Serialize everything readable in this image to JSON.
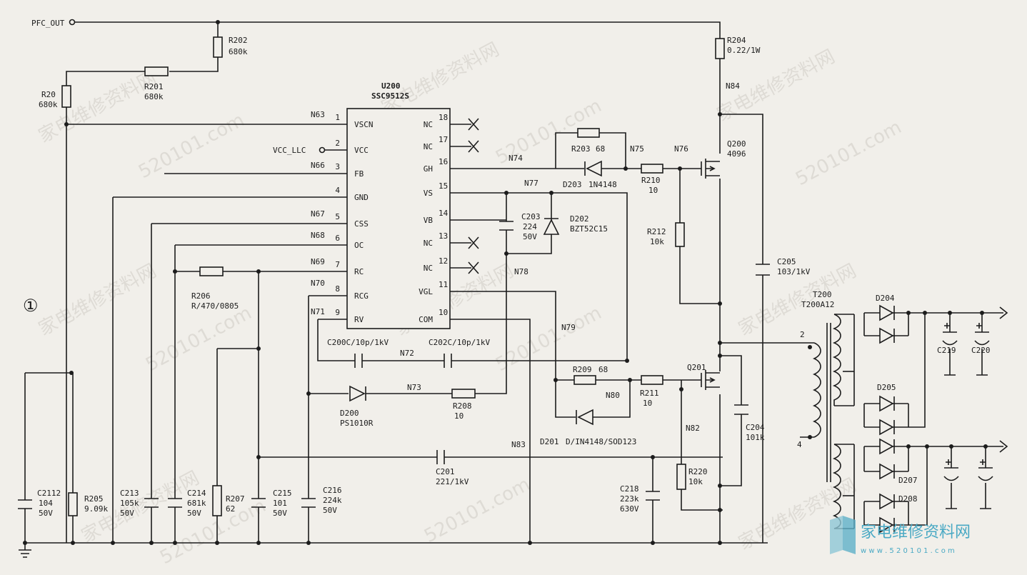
{
  "net_labels": {
    "pfc_out": "PFC_OUT",
    "vcc_llc": "VCC_LLC",
    "n63": "N63",
    "n66": "N66",
    "n67": "N67",
    "n68": "N68",
    "n69": "N69",
    "n70": "N70",
    "n71": "N71",
    "n72": "N72",
    "n73": "N73",
    "n74": "N74",
    "n75": "N75",
    "n76": "N76",
    "n77": "N77",
    "n78": "N78",
    "n79": "N79",
    "n80": "N80",
    "n82": "N82",
    "n83": "N83",
    "n84": "N84"
  },
  "ic": {
    "ref": "U200",
    "part": "SSC9512S",
    "left_pins": [
      {
        "num": "1",
        "name": "VSCN"
      },
      {
        "num": "2",
        "name": "VCC"
      },
      {
        "num": "3",
        "name": "FB"
      },
      {
        "num": "4",
        "name": "GND"
      },
      {
        "num": "5",
        "name": "CSS"
      },
      {
        "num": "6",
        "name": "OC"
      },
      {
        "num": "7",
        "name": "RC"
      },
      {
        "num": "8",
        "name": "RCG"
      },
      {
        "num": "9",
        "name": "RV"
      }
    ],
    "right_pins": [
      {
        "num": "18",
        "name": "NC"
      },
      {
        "num": "17",
        "name": "NC"
      },
      {
        "num": "16",
        "name": "GH"
      },
      {
        "num": "15",
        "name": "VS"
      },
      {
        "num": "14",
        "name": "VB"
      },
      {
        "num": "13",
        "name": "NC"
      },
      {
        "num": "12",
        "name": "NC"
      },
      {
        "num": "11",
        "name": "VGL"
      },
      {
        "num": "10",
        "name": "COM"
      }
    ]
  },
  "components": {
    "r202": {
      "ref": "R202",
      "value": "680k"
    },
    "r201": {
      "ref": "R201",
      "value": "680k"
    },
    "r20": {
      "ref": "R20",
      "value": "680k"
    },
    "r204": {
      "ref": "R204",
      "value": "0.22/1W"
    },
    "r203": {
      "ref": "R203",
      "value": "68"
    },
    "r210": {
      "ref": "R210",
      "value": "10"
    },
    "r212": {
      "ref": "R212",
      "value": "10k"
    },
    "r206": {
      "ref": "R206",
      "value": "R/470/0805"
    },
    "r209": {
      "ref": "R209",
      "value": "68"
    },
    "r211": {
      "ref": "R211",
      "value": "10"
    },
    "r208": {
      "ref": "R208",
      "value": "10"
    },
    "r220": {
      "ref": "R220",
      "value": "10k"
    },
    "r205": {
      "ref": "R205",
      "value": "9.09k"
    },
    "r207": {
      "ref": "R207",
      "value": "62"
    },
    "c203": {
      "ref": "C203",
      "value1": "224",
      "value2": "50V"
    },
    "c200": {
      "label": "C200C/10p/1kV"
    },
    "c202": {
      "label": "C202C/10p/1kV"
    },
    "c205": {
      "ref": "C205",
      "value": "103/1kV"
    },
    "c204": {
      "ref": "C204",
      "value": "101k"
    },
    "c201": {
      "ref": "C201",
      "value": "221/1kV"
    },
    "c218": {
      "ref": "C218",
      "value1": "223k",
      "value2": "630V"
    },
    "c2112": {
      "ref": "C2112",
      "value1": "104",
      "value2": "50V"
    },
    "c213": {
      "ref": "C213",
      "value1": "105k",
      "value2": "50V"
    },
    "c214": {
      "ref": "C214",
      "value1": "681k",
      "value2": "50V"
    },
    "c215": {
      "ref": "C215",
      "value1": "101",
      "value2": "50V"
    },
    "c216": {
      "ref": "C216",
      "value1": "224k",
      "value2": "50V"
    },
    "c219": {
      "ref": "C219"
    },
    "c220": {
      "ref": "C220"
    },
    "d203": {
      "ref": "D203",
      "value": "1N4148"
    },
    "d202": {
      "ref": "D202",
      "value": "BZT52C15"
    },
    "d200": {
      "ref": "D200",
      "value": "PS1010R"
    },
    "d201": {
      "ref": "D201",
      "value": "D/IN4148/SOD123"
    },
    "d204": {
      "ref": "D204"
    },
    "d205": {
      "ref": "D205"
    },
    "d207": {
      "ref": "D207"
    },
    "d208": {
      "ref": "D208"
    },
    "q200": {
      "ref": "Q200",
      "value": "4096"
    },
    "q201": {
      "ref": "Q201"
    },
    "t200": {
      "ref": "T200",
      "value": "T200A12",
      "pin_top": "2",
      "pin_bottom": "4"
    }
  },
  "markers": {
    "section": "①"
  },
  "watermark": {
    "text_cn": "家电维修资料网",
    "text_url": "520101.com",
    "logo_text": "家电维修资料网",
    "logo_url": "w w w . 5 2 0 1 0 1 . c o m"
  }
}
